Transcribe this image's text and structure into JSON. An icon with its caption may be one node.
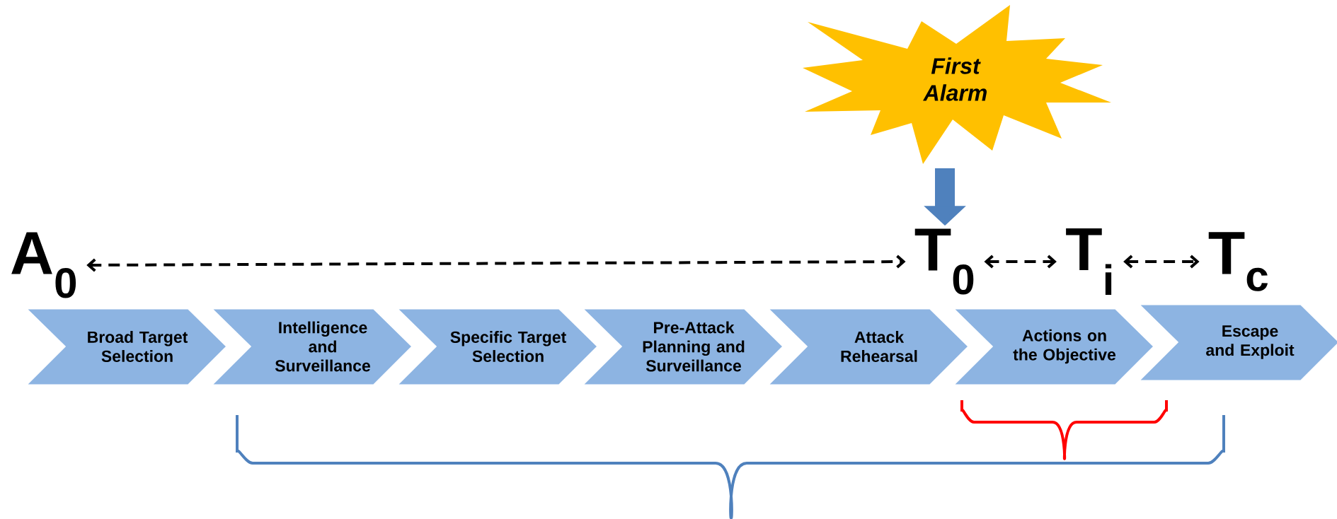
{
  "diagram": {
    "nodes": [
      {
        "text": [
          "A$_{0}$"
        ]
      },
      {
        "text": [
          "T$_{0}$"
        ]
      },
      {
        "text": [
          "T$_{i}$"
        ]
      },
      {
        "text": [
          "T$_{c}$"
        ]
      },
      {
        "text": [
          "First Alarm"
        ]
      },
      {
        "text": [
          "Broad Target Selection"
        ]
      },
      {
        "text": [
          "Intelligence and Surveillance"
        ]
      },
      {
        "text": [
          "Specific Target Selection"
        ]
      },
      {
        "text": [
          "Pre-Attack Planning and Surveillance"
        ]
      },
      {
        "text": [
          "Attack Rehearsal"
        ]
      },
      {
        "text": [
          "Actions on the Objective"
        ]
      },
      {
        "text": [
          "Escape and Exploit"
        ]
      }
    ],
    "edges": [
      {
        "from": 0,
        "to": 1,
        "arrow": "both",
        "style": "dashed"
      },
      {
        "from": 1,
        "to": 2,
        "arrow": "both",
        "style": "dashed"
      },
      {
        "from": 2,
        "to": 3,
        "arrow": "both",
        "style": "dashed"
      },
      {
        "from": 4,
        "to": 1,
        "arrow": "to",
        "style": "thick",
        "color": "#4f81bd"
      }
    ]
  }
}
